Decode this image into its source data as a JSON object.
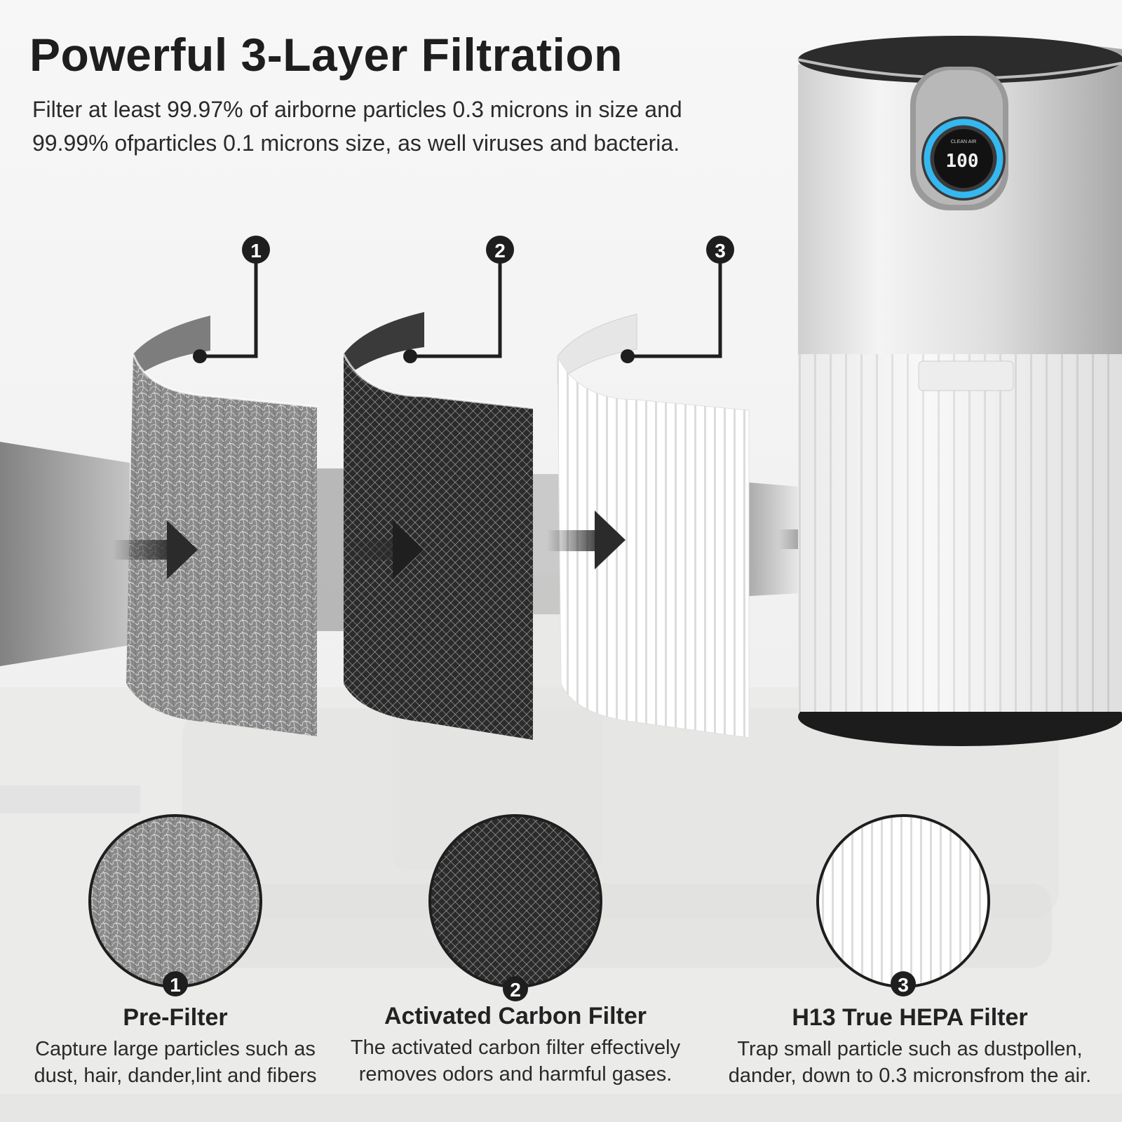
{
  "title": "Powerful 3-Layer Filtration",
  "subtitle": "Filter at least 99.97% of airborne particles 0.3 microns in size and\n99.99% ofparticles 0.1 microns size, as well viruses and bacteria.",
  "display_reading": "100",
  "display_label": "CLEAN AIR",
  "callout_numbers": [
    "1",
    "2",
    "3"
  ],
  "layers": [
    {
      "number": "1",
      "name": "Pre-Filter",
      "description": "Capture large particles such as\ndust, hair, dander,lint and fibers"
    },
    {
      "number": "2",
      "name": "Activated Carbon Filter",
      "description": "The activated carbon filter effectively\nremoves odors and harmful gases."
    },
    {
      "number": "3",
      "name": "H13 True HEPA Filter",
      "description": "Trap small particle such as dustpollen,\ndander, down to 0.3 micronsfrom the air."
    }
  ],
  "colors": {
    "accent_ring": "#35b8f0",
    "carbon": "#2b2b2b",
    "text": "#1e1e1e"
  }
}
